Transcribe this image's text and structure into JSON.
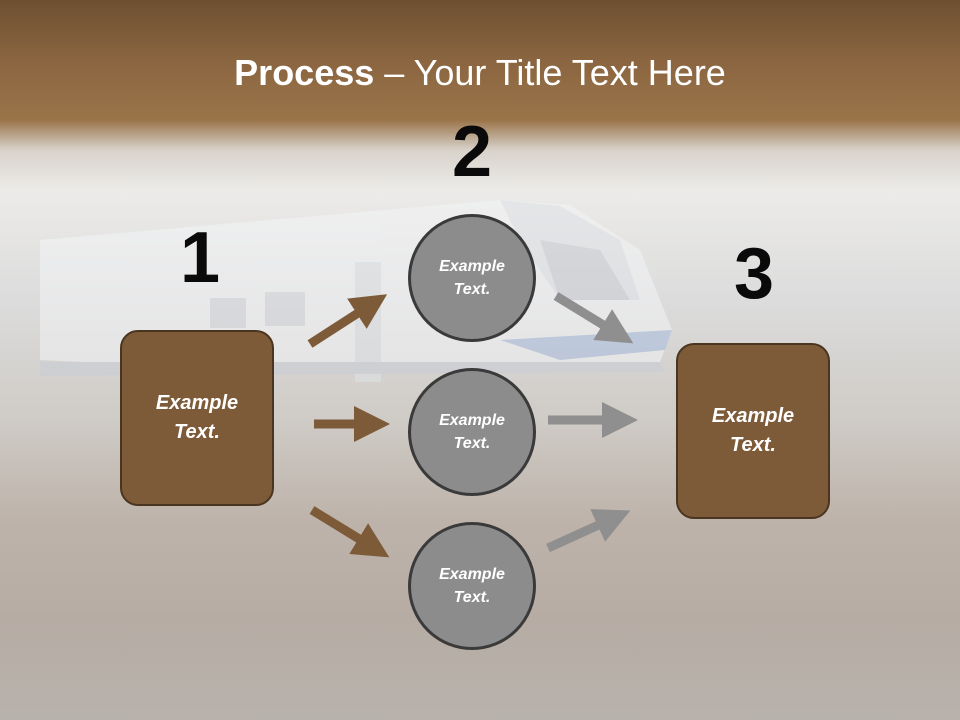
{
  "slide": {
    "title_bold": "Process",
    "title_rest": " – Your Title Text Here"
  },
  "steps": {
    "one": "1",
    "two": "2",
    "three": "3"
  },
  "left_box": {
    "line1": "Example",
    "line2": "Text."
  },
  "right_box": {
    "line1": "Example",
    "line2": "Text."
  },
  "circles": [
    {
      "line1": "Example",
      "line2": "Text."
    },
    {
      "line1": "Example",
      "line2": "Text."
    },
    {
      "line1": "Example",
      "line2": "Text."
    }
  ],
  "colors": {
    "brown": "#7d5a38",
    "circle_gray": "#8c8c8c",
    "arrow_gray": "#8f8f8f",
    "arrow_brown": "#7d5a38"
  }
}
